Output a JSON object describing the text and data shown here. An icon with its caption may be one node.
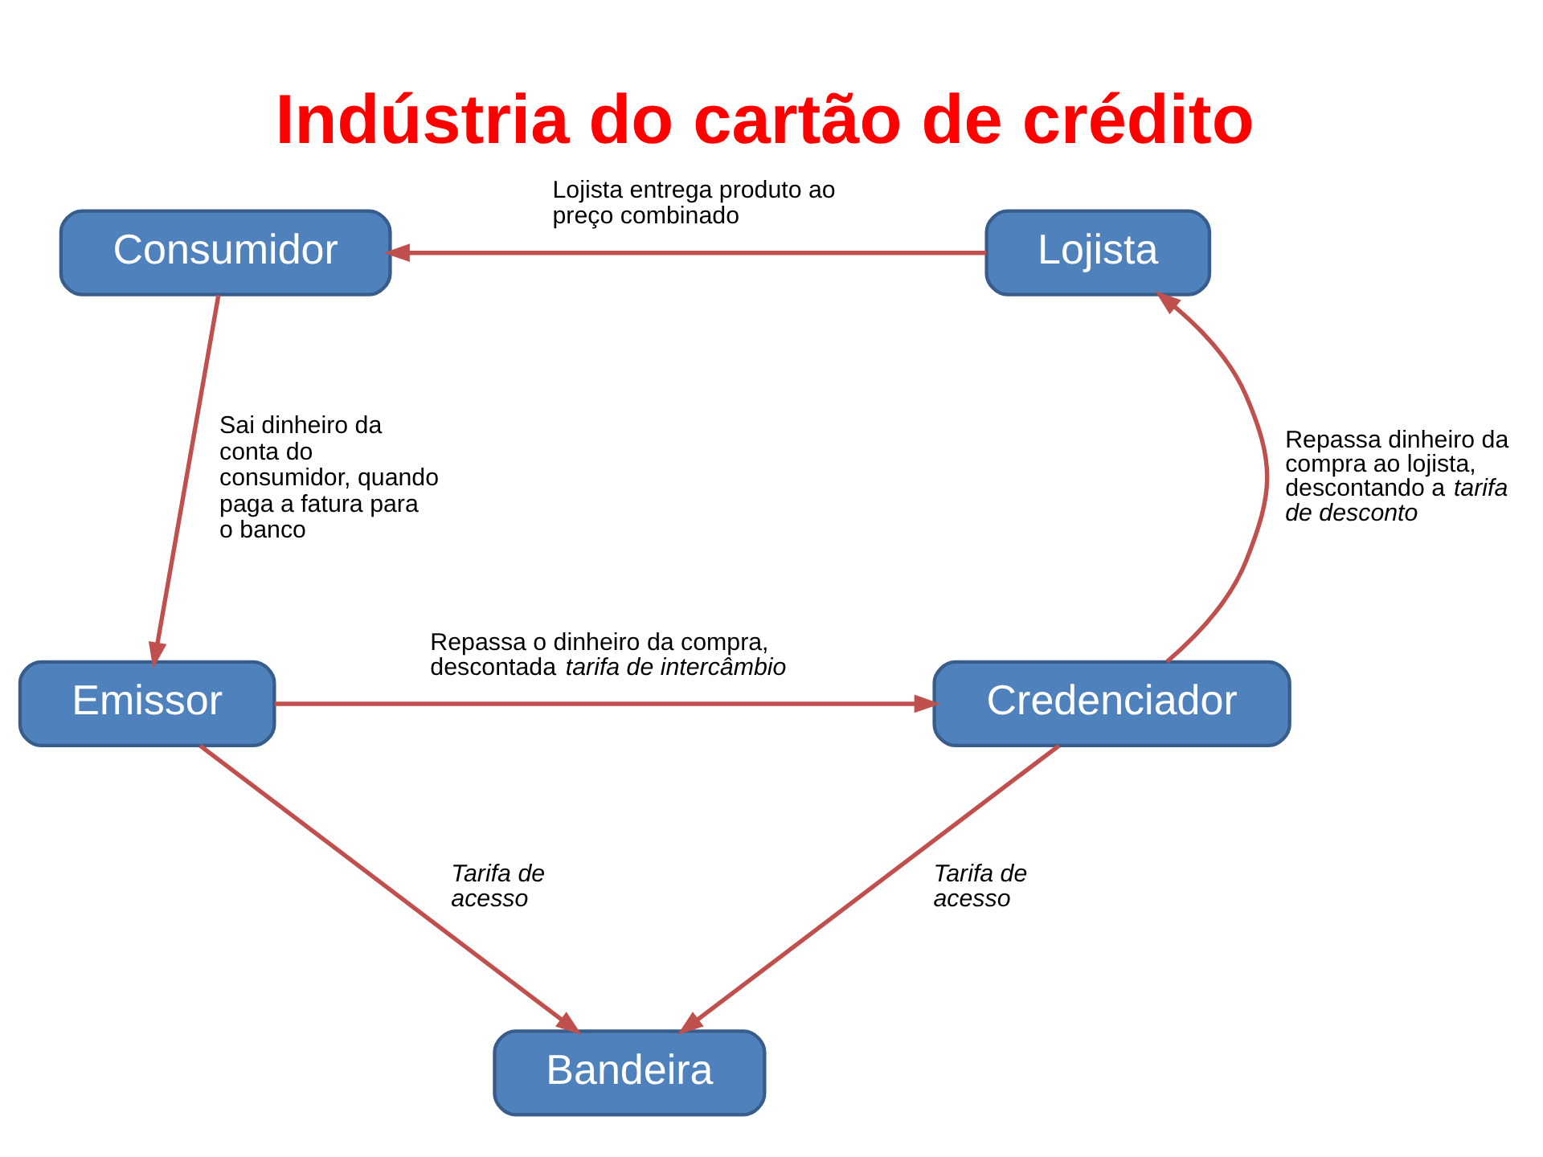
{
  "diagram": {
    "title": "Indústria do cartão de crédito",
    "nodes": [
      {
        "text": [
          "Consumidor"
        ]
      },
      {
        "text": [
          "Lojista"
        ]
      },
      {
        "text": [
          "Emissor"
        ]
      },
      {
        "text": [
          "Credenciador"
        ]
      },
      {
        "text": [
          "Bandeira"
        ]
      }
    ],
    "edges": [
      {
        "from": 1,
        "to": 0,
        "arrow": "to",
        "label": "Lojista entrega produto ao preço combinado"
      },
      {
        "from": 0,
        "to": 2,
        "arrow": "to",
        "label": "Sai dinheiro da conta do consumidor, quando paga a fatura para o banco"
      },
      {
        "from": 2,
        "to": 3,
        "arrow": "to",
        "label": "Repassa o dinheiro da compra, descontada *tarifa de intercâmbio*"
      },
      {
        "from": 3,
        "to": 1,
        "arrow": "to",
        "label": "Repassa dinheiro da compra ao lojista, descontando a *tarifa de desconto*"
      },
      {
        "from": 2,
        "to": 4,
        "arrow": "to",
        "label": "Tarifa de acesso"
      },
      {
        "from": 3,
        "to": 4,
        "arrow": "to",
        "label": "Tarifa de acesso"
      }
    ]
  }
}
